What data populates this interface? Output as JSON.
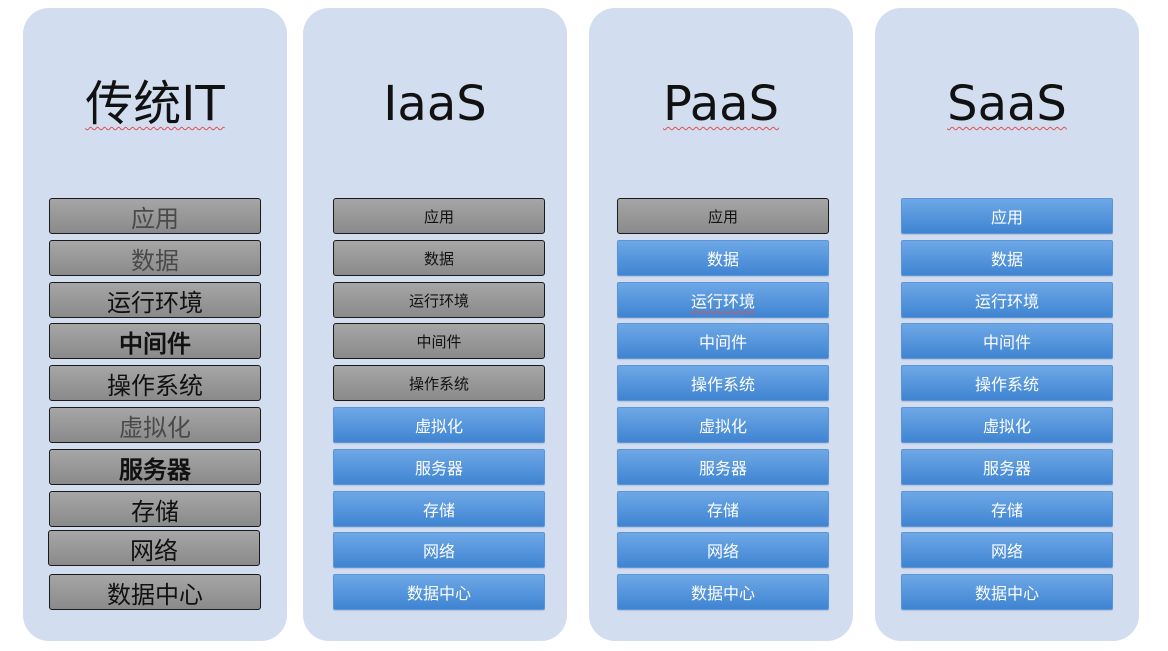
{
  "columns": [
    {
      "title": "传统IT",
      "layers": [
        {
          "label": "应用",
          "state": "gray"
        },
        {
          "label": "数据",
          "state": "gray"
        },
        {
          "label": "运行环境",
          "state": "gray"
        },
        {
          "label": "中间件",
          "state": "gray"
        },
        {
          "label": "操作系统",
          "state": "gray"
        },
        {
          "label": "虚拟化",
          "state": "gray"
        },
        {
          "label": "服务器",
          "state": "gray"
        },
        {
          "label": "存储",
          "state": "gray"
        },
        {
          "label": "网络",
          "state": "gray"
        },
        {
          "label": "数据中心",
          "state": "gray"
        }
      ]
    },
    {
      "title": "IaaS",
      "layers": [
        {
          "label": "应用",
          "state": "gray"
        },
        {
          "label": "数据",
          "state": "gray"
        },
        {
          "label": "运行环境",
          "state": "gray"
        },
        {
          "label": "中间件",
          "state": "gray"
        },
        {
          "label": "操作系统",
          "state": "gray"
        },
        {
          "label": "虚拟化",
          "state": "blue"
        },
        {
          "label": "服务器",
          "state": "blue"
        },
        {
          "label": "存储",
          "state": "blue"
        },
        {
          "label": "网络",
          "state": "blue"
        },
        {
          "label": "数据中心",
          "state": "blue"
        }
      ]
    },
    {
      "title": "PaaS",
      "layers": [
        {
          "label": "应用",
          "state": "gray"
        },
        {
          "label": "数据",
          "state": "blue"
        },
        {
          "label": "运行环境",
          "state": "blue"
        },
        {
          "label": "中间件",
          "state": "blue"
        },
        {
          "label": "操作系统",
          "state": "blue"
        },
        {
          "label": "虚拟化",
          "state": "blue"
        },
        {
          "label": "服务器",
          "state": "blue"
        },
        {
          "label": "存储",
          "state": "blue"
        },
        {
          "label": "网络",
          "state": "blue"
        },
        {
          "label": "数据中心",
          "state": "blue"
        }
      ]
    },
    {
      "title": "SaaS",
      "layers": [
        {
          "label": "应用",
          "state": "blue"
        },
        {
          "label": "数据",
          "state": "blue"
        },
        {
          "label": "运行环境",
          "state": "blue"
        },
        {
          "label": "中间件",
          "state": "blue"
        },
        {
          "label": "操作系统",
          "state": "blue"
        },
        {
          "label": "虚拟化",
          "state": "blue"
        },
        {
          "label": "服务器",
          "state": "blue"
        },
        {
          "label": "存储",
          "state": "blue"
        },
        {
          "label": "网络",
          "state": "blue"
        },
        {
          "label": "数据中心",
          "state": "blue"
        }
      ]
    }
  ],
  "colors": {
    "panel": "#d2ddf0",
    "self_managed": "#9a9a9a",
    "provider_managed": "#4f8fd8"
  }
}
